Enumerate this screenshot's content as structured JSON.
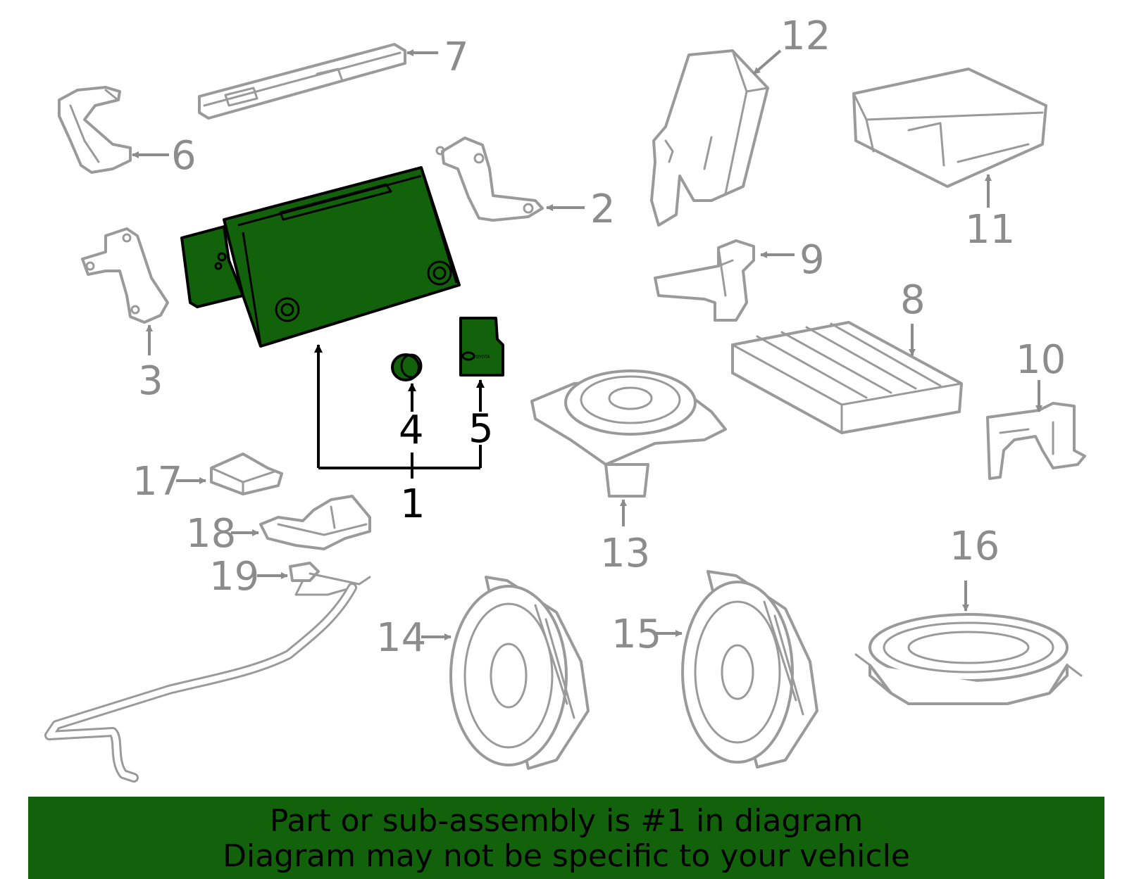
{
  "colors": {
    "highlight": "#11620b",
    "gray_part": "#9a9a9a",
    "banner": "#11620b",
    "text_black": "#000000"
  },
  "callouts": {
    "c1": "1",
    "c2": "2",
    "c3": "3",
    "c4": "4",
    "c5": "5",
    "c6": "6",
    "c7": "7",
    "c8": "8",
    "c9": "9",
    "c10": "10",
    "c11": "11",
    "c12": "12",
    "c13": "13",
    "c14": "14",
    "c15": "15",
    "c16": "16",
    "c17": "17",
    "c18": "18",
    "c19": "19"
  },
  "sd_card_brand": "TOYOTA",
  "banner": {
    "line1": "Part or sub-assembly is #1 in diagram",
    "line2": "Diagram may not be specific to your vehicle"
  }
}
